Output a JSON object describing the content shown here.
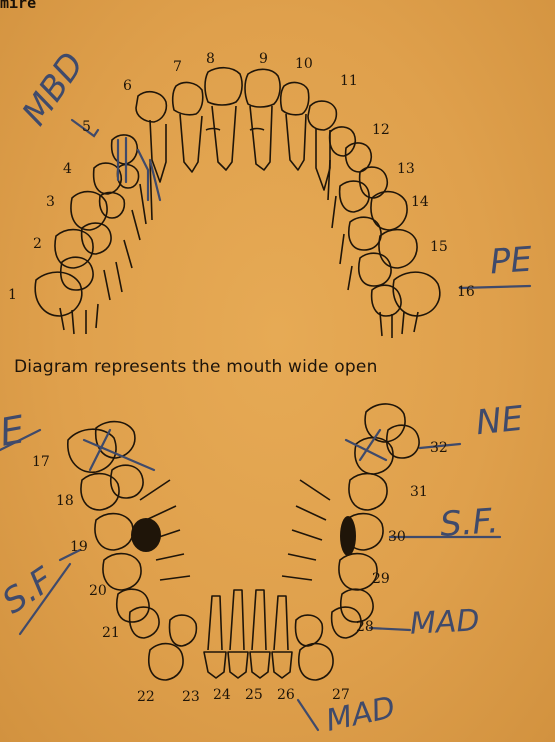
{
  "header_fragment": "mire",
  "caption": "Diagram represents the mouth wide open",
  "upper_numbers": [
    "1",
    "2",
    "3",
    "4",
    "5",
    "6",
    "7",
    "8",
    "9",
    "10",
    "11",
    "12",
    "13",
    "14",
    "15",
    "16"
  ],
  "lower_numbers": [
    "17",
    "18",
    "19",
    "20",
    "21",
    "22",
    "23",
    "24",
    "25",
    "26",
    "27",
    "28",
    "29",
    "30",
    "31",
    "32"
  ],
  "annotations": {
    "mbd": "MBD",
    "pe": "PE",
    "ne": "NE",
    "sf_right": "S.F.",
    "mad_right": "MAD",
    "mad_bottom": "MAD",
    "left_e": "E",
    "left_sf": "S.F"
  },
  "colors": {
    "paper": "#dfa04c",
    "print_ink": "#1f1509",
    "pencil": "#3f4a6b"
  }
}
